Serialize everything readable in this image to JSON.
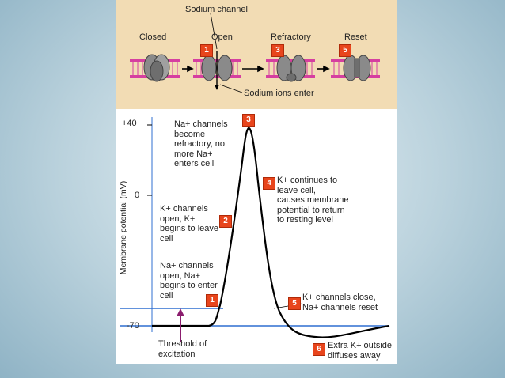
{
  "top_panel": {
    "title": "Sodium channel",
    "states": [
      "Closed",
      "Open",
      "Refractory",
      "Reset"
    ],
    "badges": [
      "1",
      "3",
      "5"
    ],
    "ions_caption": "Sodium ions enter",
    "membrane_color": "#d63fa0",
    "panel_color": "#f2dcb4"
  },
  "graph": {
    "y_axis_label": "Membrane potential (mV)",
    "tick_labels": [
      "+40",
      "0",
      "-70"
    ],
    "ticks_mV": [
      40,
      0,
      -70
    ],
    "trace_color": "#000000",
    "threshold_line_color": "#2f6fd0",
    "resting_line_color": "#2f6fd0",
    "arrow_color": "#8b1d6e",
    "threshold_caption": "Threshold of\nexcitation",
    "steps": [
      {
        "badge": "1",
        "text": "Na+ channels\nopen, Na+\nbegins to enter\ncell"
      },
      {
        "badge": "2",
        "text": "K+ channels\nopen, K+\nbegins to leave\ncell"
      },
      {
        "badge": "3",
        "text": "Na+ channels\nbecome\nrefractory, no\nmore Na+\nenters cell"
      },
      {
        "badge": "4",
        "text": "K+ continues to\nleave cell,\ncauses membrane\npotential to return\nto resting level"
      },
      {
        "badge": "5",
        "text": "K+ channels close,\nNa+ channels reset"
      },
      {
        "badge": "6",
        "text": "Extra K+ outside\ndiffuses away"
      }
    ]
  }
}
